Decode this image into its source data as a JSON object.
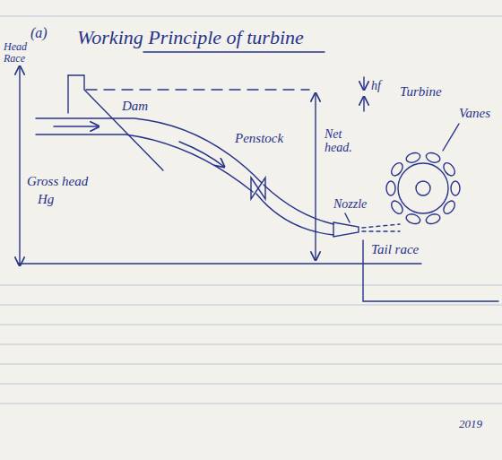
{
  "diagram": {
    "title": "Working Principle of turbine",
    "labels": [
      "(a)",
      "Head Race",
      "Dam",
      "Penstock",
      "hf",
      "Net head.",
      "Turbine",
      "Vanes",
      "Gross head",
      "Hg",
      "Nozzle",
      "Tail race",
      "2019"
    ]
  }
}
